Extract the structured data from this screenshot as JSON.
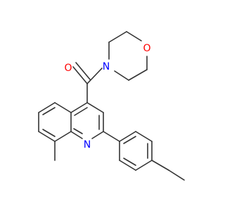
{
  "molecule": {
    "atoms": {
      "O_carbonyl": {
        "text": "O",
        "color": "#ff0000"
      },
      "N_morpholine": {
        "text": "N",
        "color": "#0000ff"
      },
      "O_morpholine": {
        "text": "O",
        "color": "#ff0000"
      },
      "N_quinoline": {
        "text": "N",
        "color": "#0000ff"
      }
    },
    "bond_color": "#333333",
    "background": "#ffffff"
  }
}
